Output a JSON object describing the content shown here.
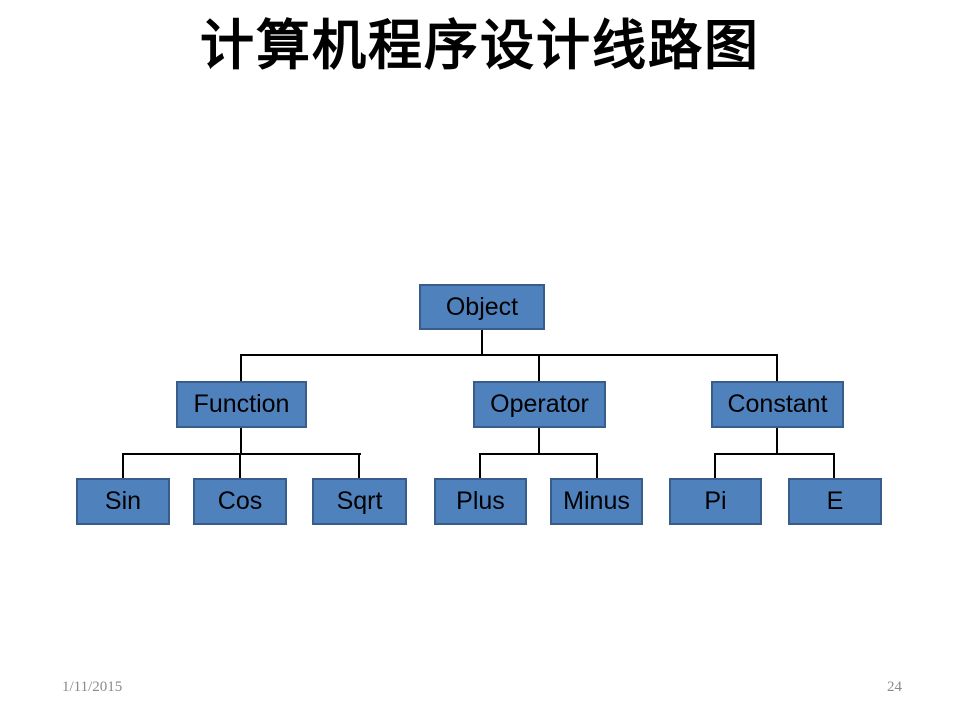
{
  "slide": {
    "title": "计算机程序设计线路图",
    "footer": {
      "date": "1/11/2015",
      "page": "24"
    }
  },
  "diagram": {
    "type": "org-tree",
    "root": "Object",
    "children": {
      "Object": [
        "Function",
        "Operator",
        "Constant"
      ],
      "Function": [
        "Sin",
        "Cos",
        "Sqrt"
      ],
      "Operator": [
        "Plus",
        "Minus"
      ],
      "Constant": [
        "Pi",
        "E"
      ]
    },
    "nodes": {
      "object": "Object",
      "function": "Function",
      "operator": "Operator",
      "constant": "Constant",
      "sin": "Sin",
      "cos": "Cos",
      "sqrt": "Sqrt",
      "plus": "Plus",
      "minus": "Minus",
      "pi": "Pi",
      "e": "E"
    }
  },
  "colors": {
    "node_fill": "#4f81bd",
    "node_border": "#385d8a",
    "connector": "#000000",
    "footer_text": "#8a8a8a",
    "title_text": "#000000"
  }
}
